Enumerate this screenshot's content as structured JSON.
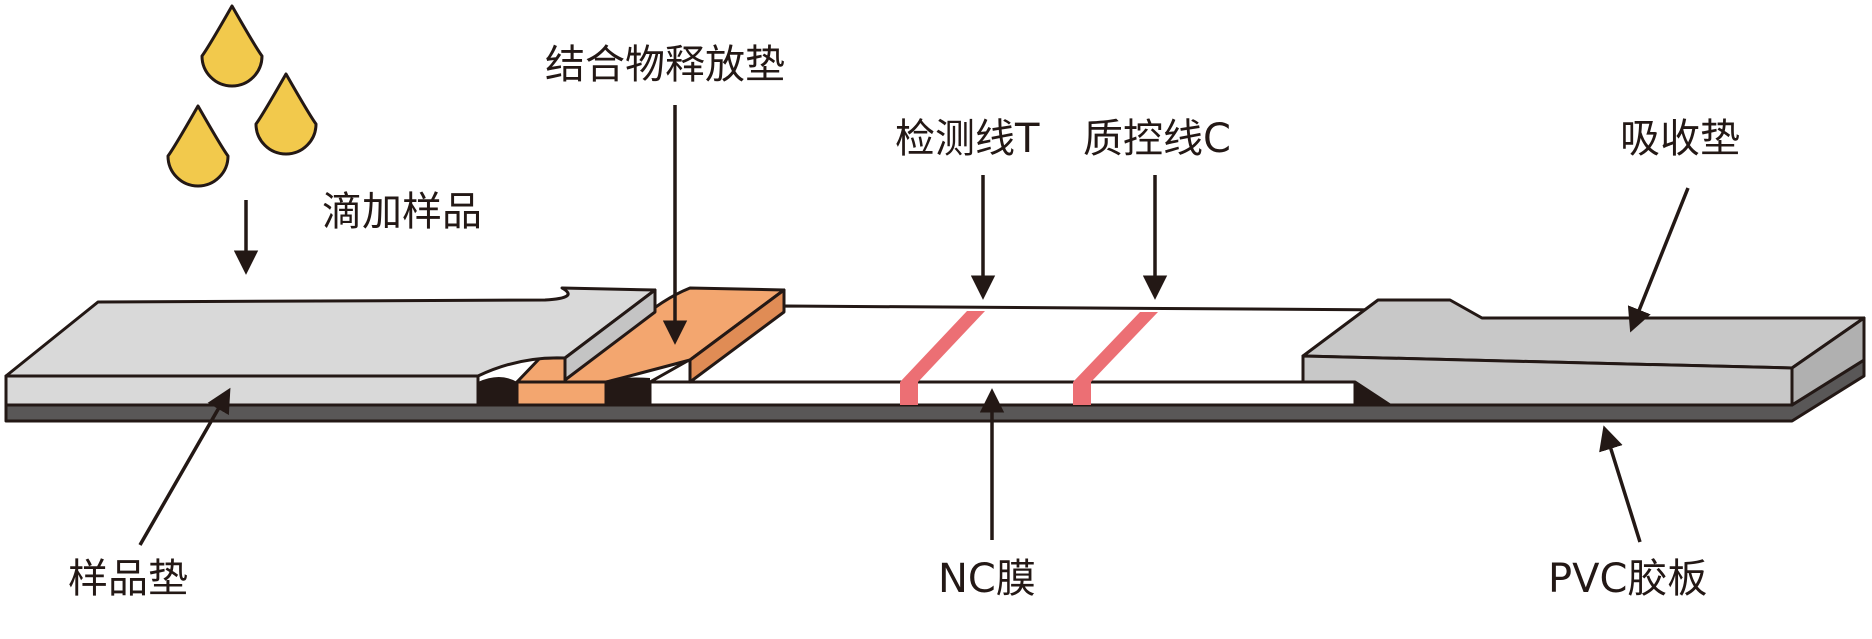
{
  "labels": {
    "drop_sample": "滴加样品",
    "conjugate_pad": "结合物释放垫",
    "test_line": "检测线T",
    "control_line": "质控线C",
    "absorbent_pad": "吸收垫",
    "sample_pad": "样品垫",
    "nc_membrane": "NC膜",
    "pvc_backing": "PVC胶板"
  },
  "colors": {
    "outline": "#231815",
    "sample_pad_fill": "#d9d9d9",
    "conjugate_pad_fill": "#f3a66f",
    "nc_membrane_fill": "#ffffff",
    "absorbent_pad_fill": "#c8c8c8",
    "pvc_fill": "#595757",
    "line_color": "#ec6f74",
    "drop_fill": "#f2c94c"
  }
}
